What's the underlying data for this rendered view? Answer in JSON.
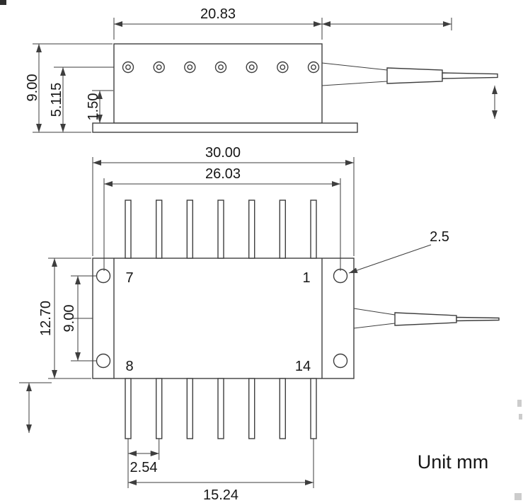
{
  "unit_label": "Unit mm",
  "side_view": {
    "dims": {
      "body_width": "20.83",
      "overall_height": "9.00",
      "pin_center_height": "5.115",
      "base_offset": "1.50"
    }
  },
  "plan_view": {
    "dims": {
      "overall_width": "30.00",
      "hole_span": "26.03",
      "body_depth": "12.70",
      "hole_row_span": "9.00",
      "hole_diameter": "2.5",
      "pin_pitch": "2.54",
      "pin_span": "15.24"
    },
    "pin_numbers": {
      "top_left": "7",
      "top_right": "1",
      "bottom_left": "8",
      "bottom_right": "14"
    }
  }
}
